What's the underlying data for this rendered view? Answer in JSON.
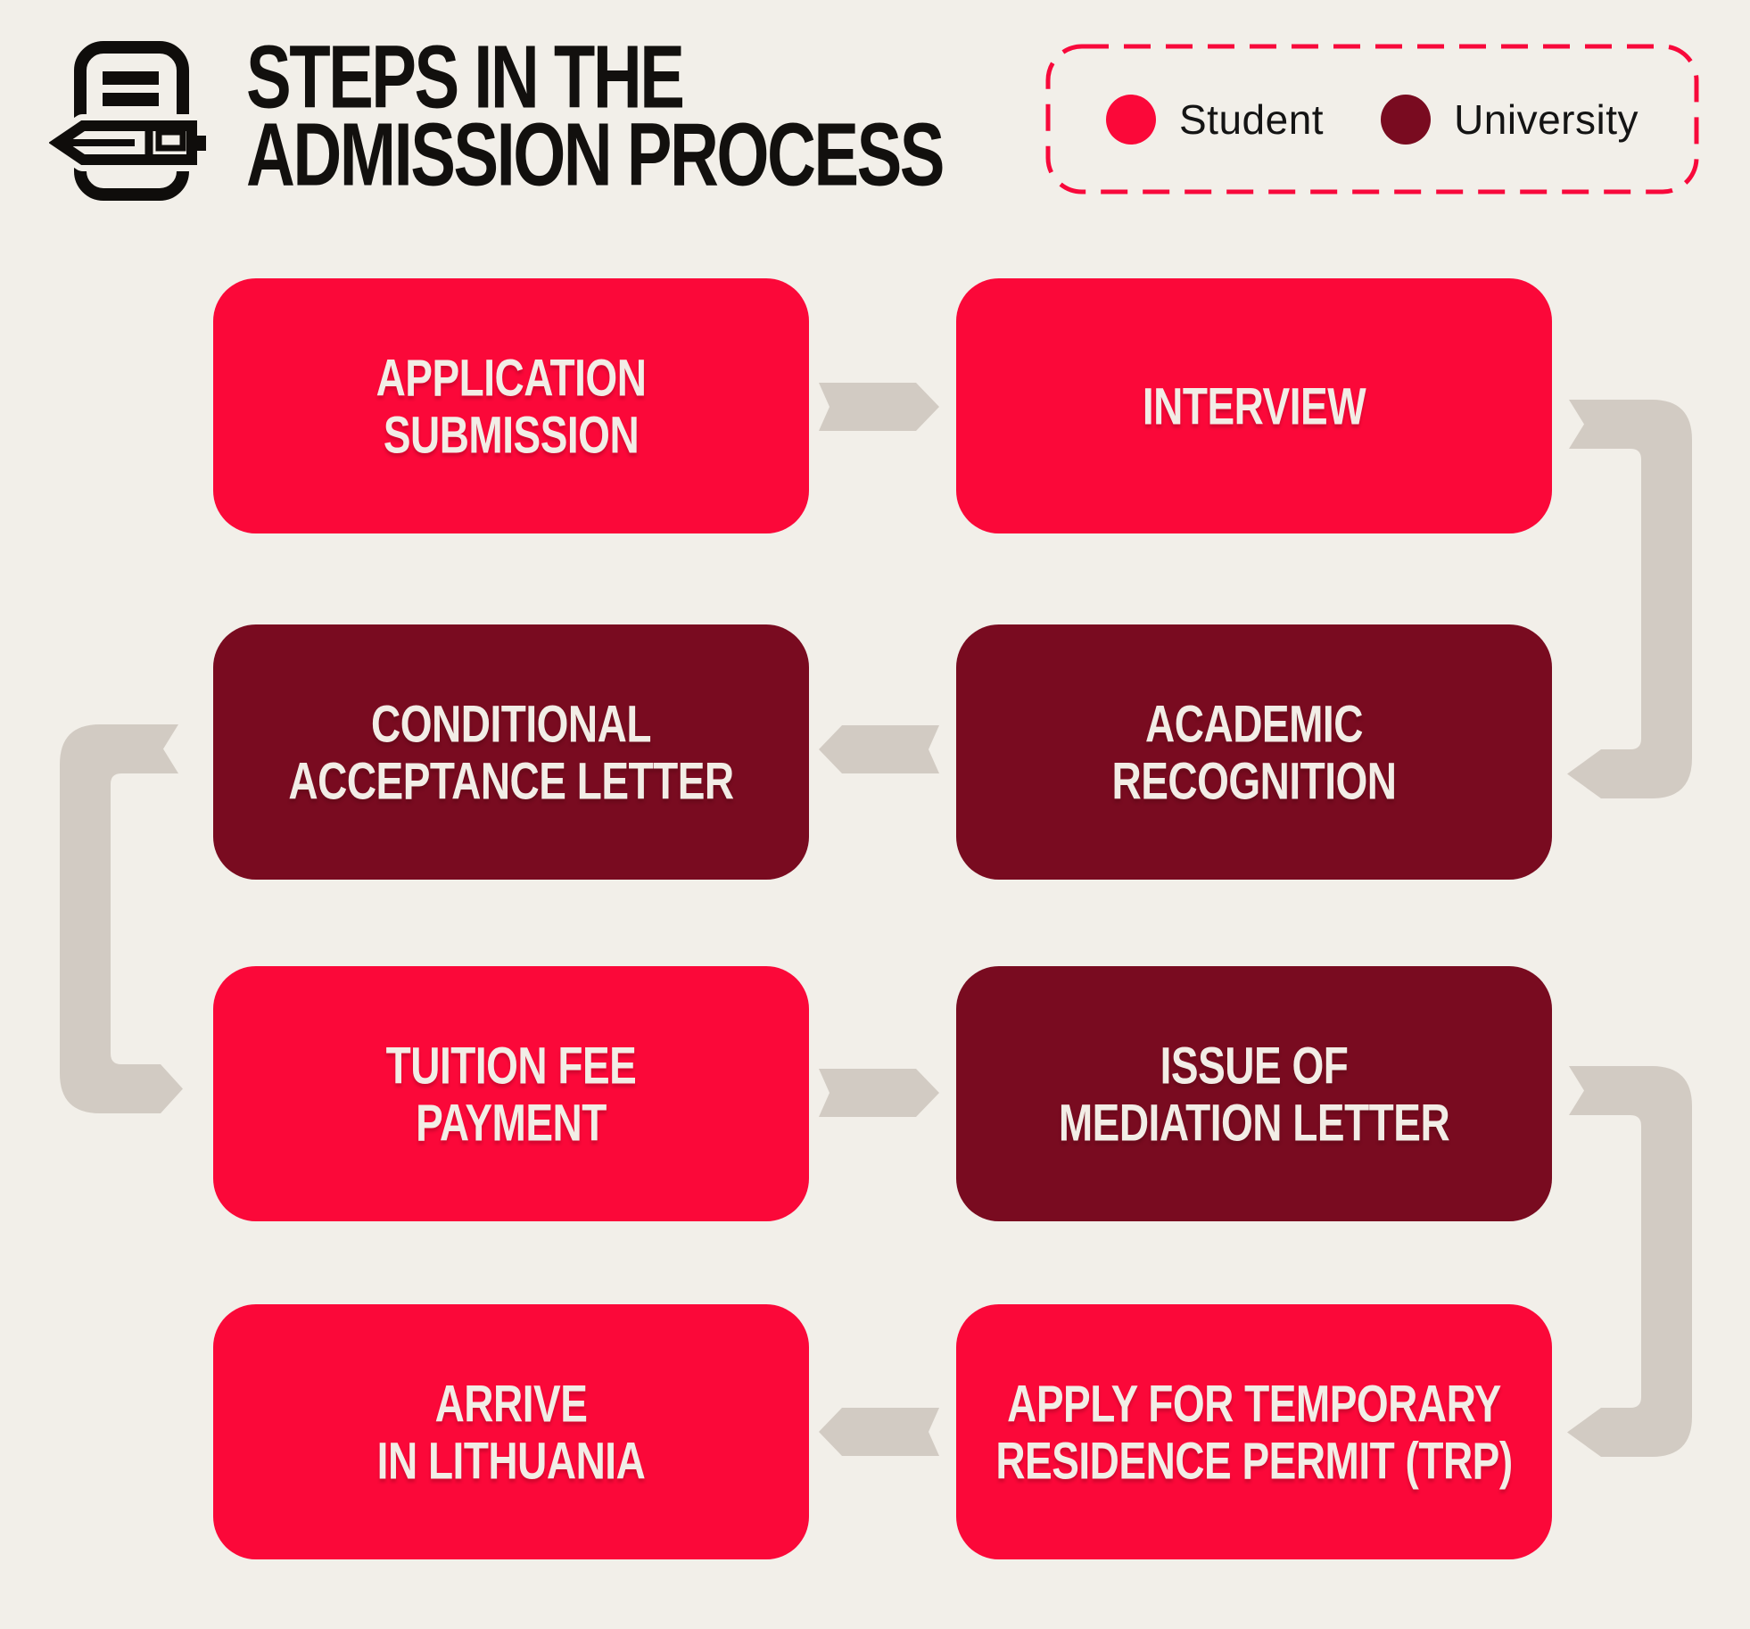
{
  "header": {
    "icon": "document-pen-icon",
    "title_line1": "STEPS IN THE",
    "title_line2": "ADMISSION PROCESS"
  },
  "legend": {
    "items": [
      {
        "label": "Student",
        "color": "#FB0839"
      },
      {
        "label": "University",
        "color": "#790B20"
      }
    ]
  },
  "steps": [
    {
      "label_line1": "APPLICATION",
      "label_line2": "SUBMISSION",
      "actor": "Student",
      "color": "#FB0839"
    },
    {
      "label_line1": "INTERVIEW",
      "label_line2": "",
      "actor": "Student",
      "color": "#FB0839"
    },
    {
      "label_line1": "ACADEMIC",
      "label_line2": "RECOGNITION",
      "actor": "University",
      "color": "#790B20"
    },
    {
      "label_line1": "CONDITIONAL",
      "label_line2": "ACCEPTANCE LETTER",
      "actor": "University",
      "color": "#790B20"
    },
    {
      "label_line1": "TUITION FEE",
      "label_line2": "PAYMENT",
      "actor": "Student",
      "color": "#FB0839"
    },
    {
      "label_line1": "ISSUE OF",
      "label_line2": "MEDIATION LETTER",
      "actor": "University",
      "color": "#790B20"
    },
    {
      "label_line1": "APPLY FOR TEMPORARY",
      "label_line2": "RESIDENCE PERMIT (TRP)",
      "actor": "Student",
      "color": "#FB0839"
    },
    {
      "label_line1": "ARRIVE",
      "label_line2": "IN LITHUANIA",
      "actor": "Student",
      "color": "#FB0839"
    }
  ],
  "colors": {
    "background": "#F2EFE9",
    "student": "#FB0839",
    "university": "#790B20",
    "connector": "#D2CBC3",
    "legend_border": "#F8093B",
    "title_text": "#12100E",
    "box_text": "#F2EDE6",
    "icon_black": "#0F0D0B"
  }
}
